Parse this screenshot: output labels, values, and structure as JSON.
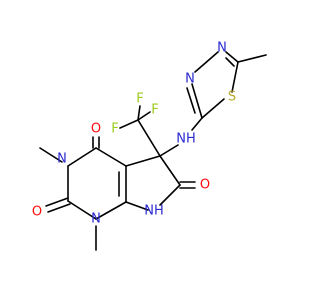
{
  "colors": {
    "N": "#2a2ad0",
    "O": "#ff0d0d",
    "F": "#9bcc1c",
    "S": "#b8a82a"
  },
  "atoms": {
    "n1": {
      "label": "N",
      "color": "N"
    },
    "n3": {
      "label": "N",
      "color": "N"
    },
    "n7": {
      "label": "NH",
      "color": "N"
    },
    "o2": {
      "label": "O",
      "color": "O"
    },
    "o4": {
      "label": "O",
      "color": "O"
    },
    "o6": {
      "label": "O",
      "color": "O"
    },
    "f1": {
      "label": "F",
      "color": "F"
    },
    "f2": {
      "label": "F",
      "color": "F"
    },
    "f3": {
      "label": "F",
      "color": "F"
    },
    "nh": {
      "label": "NH",
      "color": "N"
    },
    "tn3": {
      "label": "N",
      "color": "N"
    },
    "tn4": {
      "label": "N",
      "color": "N"
    },
    "ts": {
      "label": "S",
      "color": "S"
    }
  }
}
